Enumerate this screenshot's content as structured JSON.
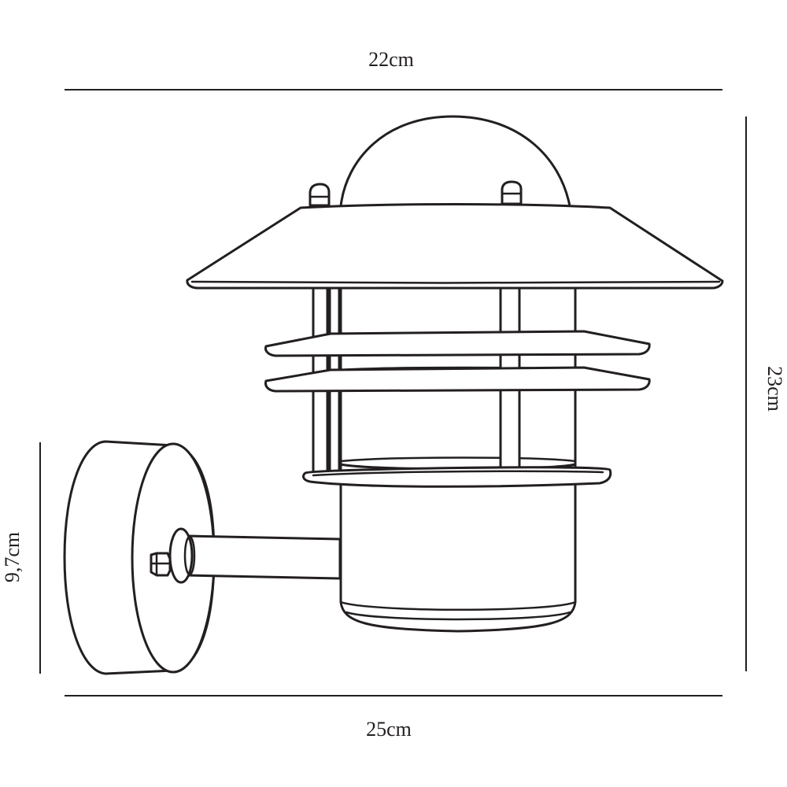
{
  "dimensions": {
    "top_width": "22cm",
    "bottom_width": "25cm",
    "right_height": "23cm",
    "left_height": "9,7cm"
  },
  "colors": {
    "line": "#231f20",
    "background": "#ffffff"
  }
}
